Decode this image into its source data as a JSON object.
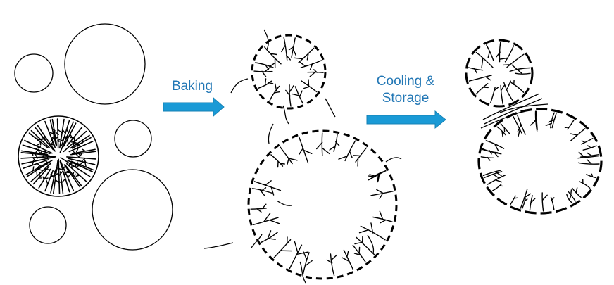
{
  "steps": {
    "baking": "Baking",
    "cooling_line1": "Cooling &",
    "cooling_line2": "Storage"
  },
  "colors": {
    "arrow": "#1a9ad6",
    "label": "#2277b5",
    "stroke": "#000000",
    "background": "#ffffff"
  }
}
